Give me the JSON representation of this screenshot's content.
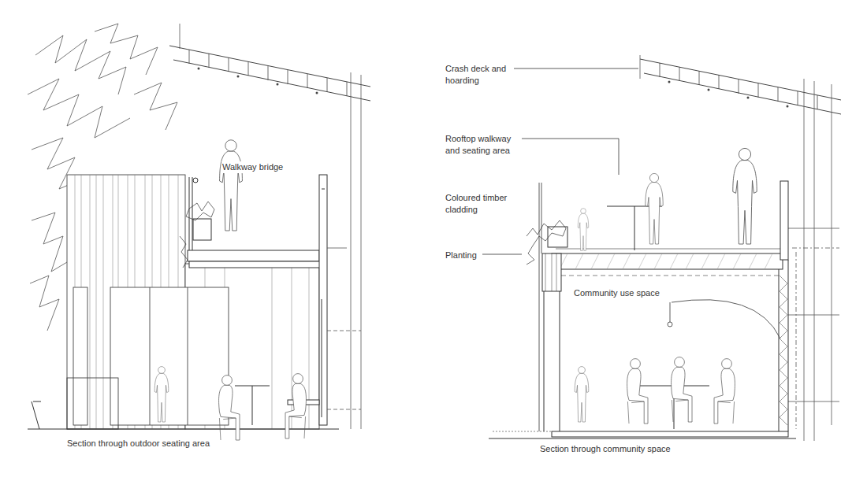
{
  "diagram": {
    "labels": [
      "Walkway bridge",
      "Section through outdoor seating area",
      "Crash deck and hoarding",
      "Rooftop walkway and seating area",
      "Coloured timber cladding",
      "Planting",
      "Community use space",
      "Section through community space"
    ]
  }
}
